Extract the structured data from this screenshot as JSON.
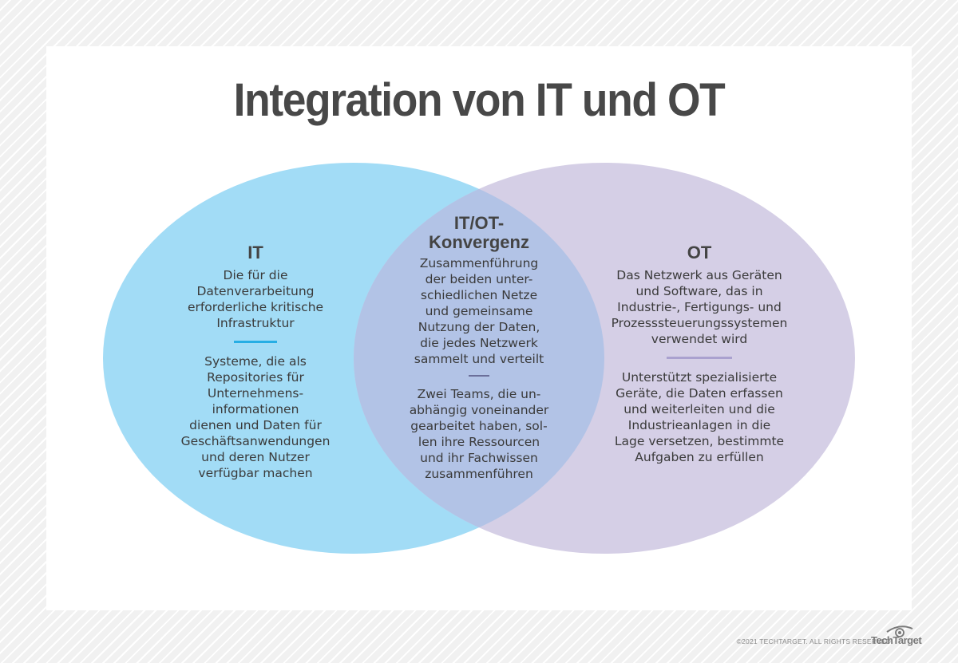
{
  "title": "Integration von IT und OT",
  "colors": {
    "it_circle": "#a2dcf6",
    "ot_circle": "#d5cfe6",
    "overlap": "#b2c3e6",
    "it_divider": "#27aee4",
    "ot_divider": "#aaa1cf",
    "center_divider": "#6b6f9a",
    "text": "#3a3a3a",
    "title": "#484848"
  },
  "it": {
    "heading": "IT",
    "text1": "Die für die\nDatenverarbeitung\nerforderliche kritische\nInfrastruktur",
    "text2": "Systeme, die als\nRepositories für\nUnternehmens-\ninformationen\ndienen und Daten für\nGeschäftsanwendungen\nund deren Nutzer\nverfügbar machen"
  },
  "convergence": {
    "heading": "IT/OT-\nKonvergenz",
    "text1": "Zusammenführung\nder beiden unter-\nschiedlichen Netze\nund gemeinsame\nNutzung der Daten,\ndie jedes Netzwerk\nsammelt und verteilt",
    "text2": "Zwei Teams, die un-\nabhängig voneinander\ngearbeitet haben, sol-\nlen ihre Ressourcen\nund ihr Fachwissen\nzusammenführen"
  },
  "ot": {
    "heading": "OT",
    "text1": "Das Netzwerk aus Geräten\nund Software, das in\nIndustrie-, Fertigungs- und\nProzesssteuerungssystemen\nverwendet wird",
    "text2": "Unterstützt spezialisierte\nGeräte, die Daten erfassen\nund weiterleiten und die\nIndustrieanlagen in die\nLage versetzen, bestimmte\nAufgaben zu erfüllen"
  },
  "footer": {
    "copyright": "©2021 TECHTARGET. ALL RIGHTS RESERVED",
    "logo": "TechTarget",
    "logo_icon": "eye-icon"
  }
}
